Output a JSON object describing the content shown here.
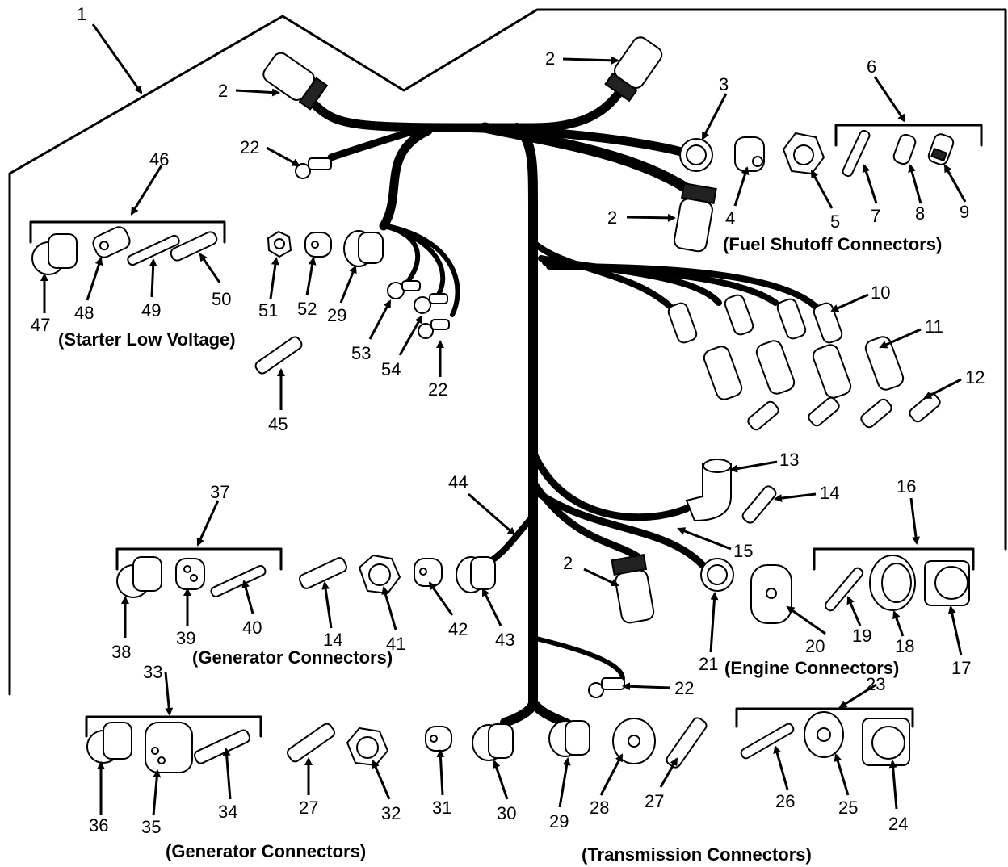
{
  "callouts": {
    "c1": "1",
    "c2a": "2",
    "c2b": "2",
    "c2c": "2",
    "c2d": "2",
    "c3": "3",
    "c4": "4",
    "c5": "5",
    "c6": "6",
    "c7": "7",
    "c8": "8",
    "c9": "9",
    "c10": "10",
    "c11": "11",
    "c12": "12",
    "c13": "13",
    "c14a": "14",
    "c14b": "14",
    "c15": "15",
    "c16": "16",
    "c17": "17",
    "c18": "18",
    "c19": "19",
    "c20": "20",
    "c21": "21",
    "c22a": "22",
    "c22b": "22",
    "c22c": "22",
    "c23": "23",
    "c24": "24",
    "c25": "25",
    "c26": "26",
    "c27a": "27",
    "c27b": "27",
    "c28": "28",
    "c29a": "29",
    "c29b": "29",
    "c30": "30",
    "c31": "31",
    "c32": "32",
    "c33": "33",
    "c34": "34",
    "c35": "35",
    "c36": "36",
    "c37": "37",
    "c38": "38",
    "c39": "39",
    "c40": "40",
    "c41": "41",
    "c42": "42",
    "c43": "43",
    "c44": "44",
    "c45": "45",
    "c46": "46",
    "c47": "47",
    "c48": "48",
    "c49": "49",
    "c50": "50",
    "c51": "51",
    "c52": "52",
    "c53": "53",
    "c54": "54"
  },
  "groups": {
    "fuel_shutoff": "(Fuel Shutoff Connectors)",
    "starter_low_voltage": "(Starter Low Voltage)",
    "generator_upper": "(Generator Connectors)",
    "engine": "(Engine Connectors)",
    "generator_lower": "(Generator Connectors)",
    "transmission": "(Transmission Connectors)"
  }
}
